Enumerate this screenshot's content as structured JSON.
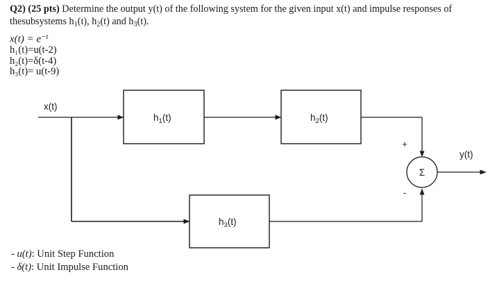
{
  "problem": {
    "number": "Q2)",
    "points": "(25 pts)",
    "statement_part_a": " Determine the output y(t) of the following system for the given input x(t) and impulse responses of the",
    "statement_part_b_pre": "subsystems h",
    "statement_sub_1": "1",
    "statement_mid_1": "(t), h",
    "statement_sub_2": "2",
    "statement_mid_2": "(t) and h",
    "statement_sub_3": "3",
    "statement_end": "(t).",
    "equations": [
      {
        "id": "x-of-t",
        "lhs": "x(t) = e",
        "sup": "−t",
        "plain": "x(t) = e⁻t"
      },
      {
        "id": "h1-of-t",
        "plain": "h₁(t)=u(t-2)"
      },
      {
        "id": "h2-of-t",
        "plain": "h₂(t)=δ(t-4)"
      },
      {
        "id": "h3-of-t",
        "plain": "h₃(t)= u(t-9)"
      }
    ]
  },
  "diagram": {
    "input_label": "x(t)",
    "output_label": "y(t)",
    "blocks": [
      {
        "id": "h1",
        "label": "h",
        "sub": "1",
        "suffix": "(t)"
      },
      {
        "id": "h2",
        "label": "h",
        "sub": "2",
        "suffix": "(t)"
      },
      {
        "id": "h3",
        "label": "h",
        "sub": "3",
        "suffix": "(t)"
      }
    ],
    "summer": {
      "symbol": "Σ",
      "plus_sign": "+",
      "minus_sign": "-"
    },
    "colors": {
      "line": "#1b1b1b",
      "box_stroke": "#1b1b1b",
      "text": "#1b1b1b",
      "background": "#ffffff"
    }
  },
  "legend": {
    "lines": [
      {
        "dash": "- ",
        "fn": "u(t)",
        "rest": ": Unit Step Function"
      },
      {
        "dash": "- ",
        "fn": "δ(t)",
        "rest": ": Unit Impulse Function"
      }
    ]
  }
}
